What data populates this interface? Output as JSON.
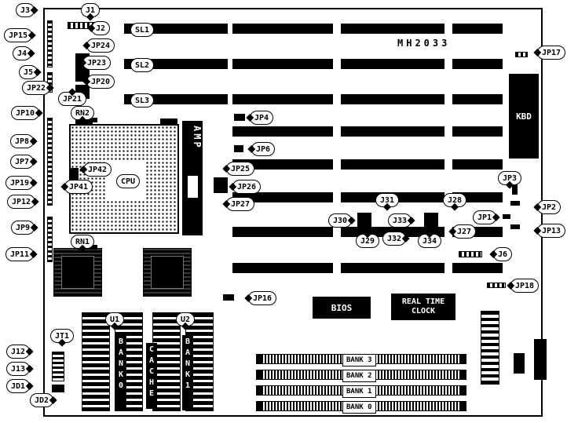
{
  "title": "MH2033",
  "labels": {
    "J1": "J1",
    "J2": "J2",
    "J3": "J3",
    "J4": "J4",
    "J5": "J5",
    "J6": "J6",
    "J12": "J12",
    "J13": "J13",
    "J27": "J27",
    "J28": "J28",
    "J29": "J29",
    "J30": "J30",
    "J31": "J31",
    "J32": "J32",
    "J33": "J33",
    "J34": "J34",
    "JD1": "JD1",
    "JD2": "JD2",
    "JT1": "JT1",
    "JP1": "JP1",
    "JP2": "JP2",
    "JP3": "JP3",
    "JP4": "JP4",
    "JP6": "JP6",
    "JP7": "JP7",
    "JP8": "JP8",
    "JP9": "JP9",
    "JP10": "JP10",
    "JP11": "JP11",
    "JP12": "JP12",
    "JP13": "JP13",
    "JP15": "JP15",
    "JP16": "JP16",
    "JP17": "JP17",
    "JP18": "JP18",
    "JP19": "JP19",
    "JP20": "JP20",
    "JP21": "JP21",
    "JP22": "JP22",
    "JP23": "JP23",
    "JP24": "JP24",
    "JP25": "JP25",
    "JP26": "JP26",
    "JP27": "JP27",
    "JP41": "JP41",
    "JP42": "JP42",
    "RN1": "RN1",
    "RN2": "RN2",
    "SL1": "SL1",
    "SL2": "SL2",
    "SL3": "SL3",
    "CPU": "CPU",
    "U1": "U1",
    "U2": "U2"
  },
  "chips": {
    "kbd": "KBD",
    "amp": "AMP",
    "bios": "BIOS",
    "rtc1": "REAL TIME",
    "rtc2": "CLOCK",
    "cache": "CACHE",
    "bank0": "BANK0",
    "bank1": "BANK1"
  },
  "simm": {
    "banks": [
      {
        "label": "BANK 3"
      },
      {
        "label": "BANK 2"
      },
      {
        "label": "BANK 1"
      },
      {
        "label": "BANK 0"
      }
    ]
  }
}
